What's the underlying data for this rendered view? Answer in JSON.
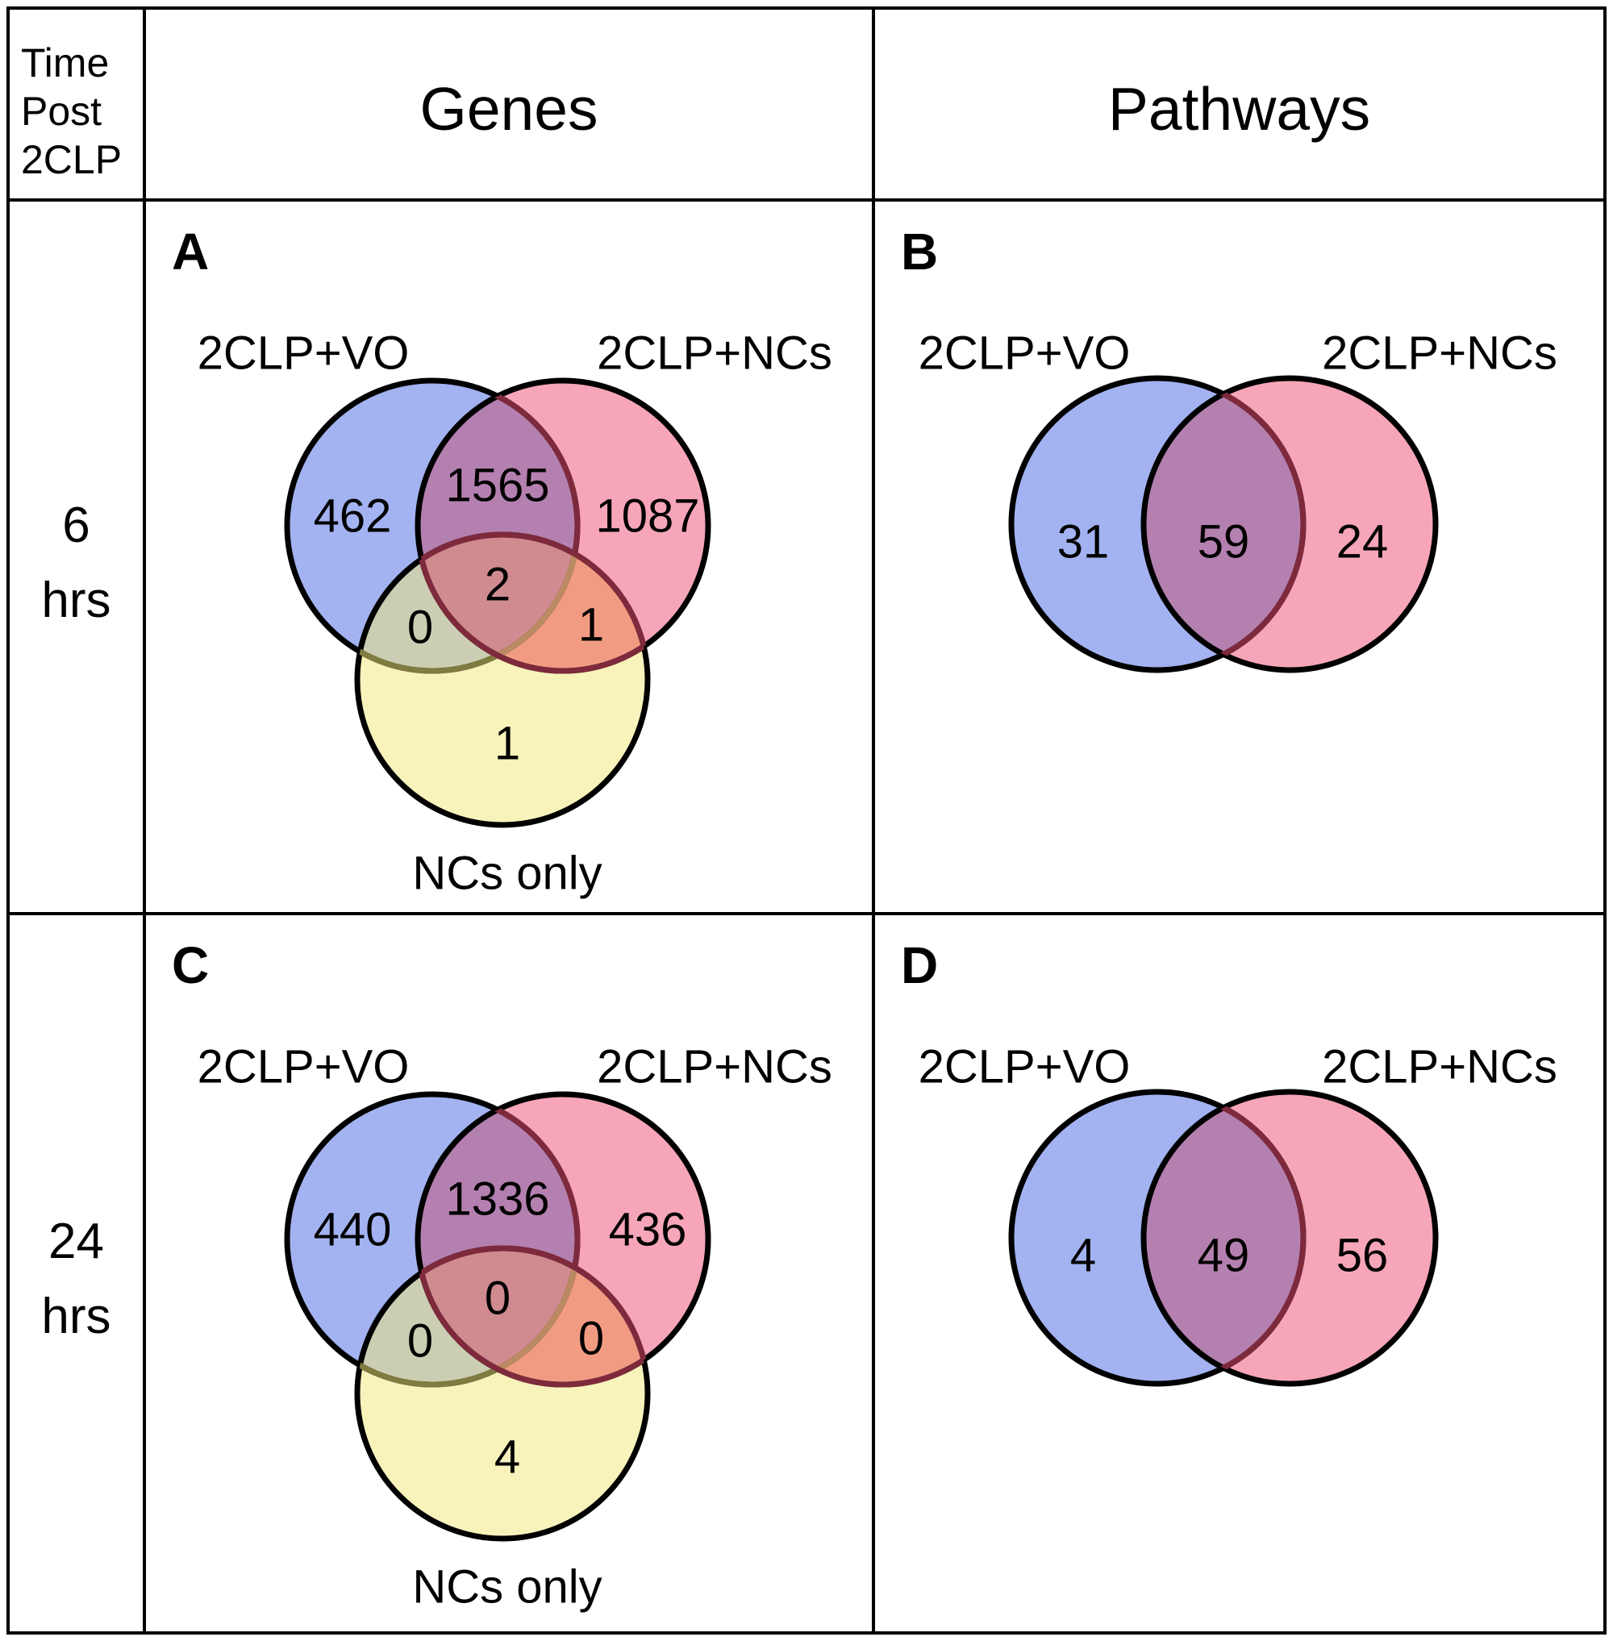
{
  "colors": {
    "blue": "#A3B3F1",
    "pink": "#F6A6B8",
    "yellow": "#F8F2BB",
    "purple": "#B480AF",
    "sage": "#CBCEB2",
    "salmon": "#F19B83",
    "triple": "#D08B90",
    "maroon": "#7E2A3C",
    "olive": "#807B3F",
    "tan": "#BC8A62",
    "stroke": "#000000"
  },
  "table": {
    "corner": {
      "line1": "Time",
      "line2": "Post",
      "line3": "2CLP"
    },
    "col_headers": {
      "genes": "Genes",
      "pathways": "Pathways"
    },
    "row_headers": {
      "row1": {
        "line1": "6",
        "line2": "hrs"
      },
      "row2": {
        "line1": "24",
        "line2": "hrs"
      }
    }
  },
  "panels": {
    "A": {
      "letter": "A",
      "left_label": "2CLP+VO",
      "right_label": "2CLP+NCs",
      "bottom_label": "NCs only",
      "values": {
        "vo": "462",
        "vo_nc": "1565",
        "nc": "1087",
        "all": "2",
        "vo_ncs": "0",
        "nc_ncs": "1",
        "ncs": "1"
      }
    },
    "B": {
      "letter": "B",
      "left_label": "2CLP+VO",
      "right_label": "2CLP+NCs",
      "values": {
        "vo": "31",
        "vo_nc": "59",
        "nc": "24"
      }
    },
    "C": {
      "letter": "C",
      "left_label": "2CLP+VO",
      "right_label": "2CLP+NCs",
      "bottom_label": "NCs only",
      "values": {
        "vo": "440",
        "vo_nc": "1336",
        "nc": "436",
        "all": "0",
        "vo_ncs": "0",
        "nc_ncs": "0",
        "ncs": "4"
      }
    },
    "D": {
      "letter": "D",
      "left_label": "2CLP+VO",
      "right_label": "2CLP+NCs",
      "values": {
        "vo": "4",
        "vo_nc": "49",
        "nc": "56"
      }
    }
  }
}
